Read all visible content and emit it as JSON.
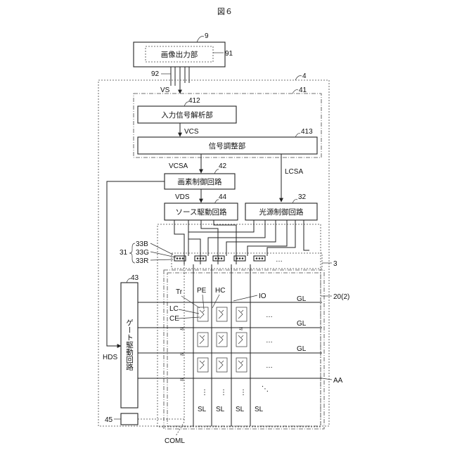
{
  "figure_title": "図６",
  "blocks": {
    "image_output": "画像出力部",
    "input_analysis": "入力信号解析部",
    "signal_adjust": "信号調整部",
    "pixel_control": "画素制御回路",
    "source_drive": "ソース駆動回路",
    "light_control": "光源制御回路",
    "gate_drive": "ゲート駆動回路"
  },
  "signals": {
    "vs": "VS",
    "vcs": "VCS",
    "vcsa": "VCSA",
    "lcsa": "LCSA",
    "vds": "VDS",
    "hds": "HDS",
    "coml": "COML"
  },
  "refs": {
    "r9": "9",
    "r91": "91",
    "r92": "92",
    "r4": "4",
    "r41": "41",
    "r412": "412",
    "r413": "413",
    "r42": "42",
    "r44": "44",
    "r32": "32",
    "r43": "43",
    "r45": "45",
    "r3": "3",
    "r31": "31",
    "r33b": "33B",
    "r33g": "33G",
    "r33r": "33R",
    "r20": "20(2)",
    "aa": "AA"
  },
  "pixel_labels": {
    "tr": "Tr",
    "pe": "PE",
    "hc": "HC",
    "io": "IO",
    "lc": "LC",
    "ce": "CE"
  },
  "line_labels": {
    "gl": "GL",
    "sl": "SL",
    "ellipsis": "…",
    "vellipsis": "⋮"
  },
  "colors": {
    "line": "#222222",
    "background": "#ffffff"
  }
}
